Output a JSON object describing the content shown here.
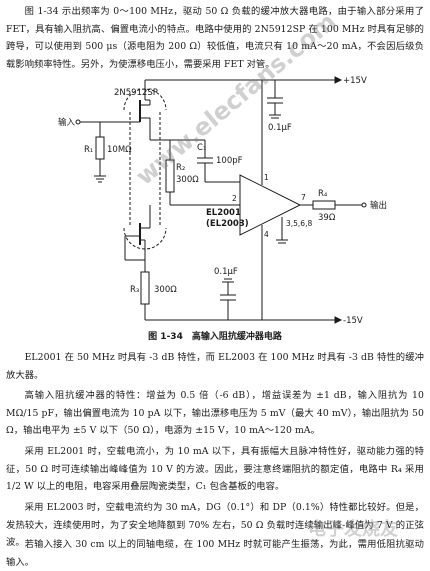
{
  "intro_text": "图 1-34 示出频率为 0～100 MHz，驱动 50 Ω 负载的缓冲放大器电路，由于输入部分采用了 FET，具有输入阻抗高、偏置电流小的特点。电路中使用的 2N5912SP 在 100 MHz 时具有足够的跨导，可以使用到 500 μs（源电阻为 200 Ω）较低值，电流只有 10 mA～20 mA，不会因后级负载影响频率特性。另外，为使漂移电压小，需要采用 FET 对管。",
  "circuit": {
    "plus_supply": "+15V",
    "minus_supply": "-15V",
    "fet_label": "2N5912SP",
    "input_label": "输入",
    "output_label": "输出",
    "r1_label": "R₁",
    "r1_value": "10MΩ",
    "r2_label": "R₂",
    "r2_value": "300Ω",
    "r3_label": "R₃",
    "r3_value": "300Ω",
    "r4_label": "R₄",
    "r4_value": "39Ω",
    "c1_label": "C₁",
    "c1_value": "100pF",
    "cap_top_value": "0.1μF",
    "cap_bottom_value": "0.1μF",
    "amp_name": "EL2001",
    "amp_alt": "(EL2003)",
    "pin_1": "1",
    "pin_2": "2",
    "pin_4": "4",
    "pin_7": "7",
    "pins_other": "3,5,6,8"
  },
  "caption": "图 1-34　高输入阻抗缓冲器电路",
  "p1": "EL2001 在 50 MHz 时具有 -3 dB 特性，而 EL2003 在 100 MHz 时具有 -3 dB 特性的缓冲放大器。",
  "p2": "高输入阻抗缓冲器的特性：增益为 0.5 倍（-6 dB），增益误差为 ±1 dB，输入阻抗为 10 MΩ/15 pF，输出偏置电流为 10 pA 以下，输出漂移电压为 5 mV（最大 40 mV），输出阻抗为 50 Ω，输出电平为 ±5 V 以下（50 Ω），电源为 ±15 V，10 mA～120 mA。",
  "p3": "采用 EL2001 时，空载电流小，为 10 mA 以下，具有振幅大且脉冲特性好，驱动能力强的特征，50 Ω 时可连续输出峰峰值为 10 V 的方波。因此，要注意终端阻抗的额定值，电路中 R₄ 采用 1/2 W 以上的电阻，电容采用叠层陶瓷类型，C₁ 包含基板的电容。",
  "p4": "采用 EL2003 时，空载电流约为 30 mA，DG（0.1°）和 DP（0.1%）特性都比较好。但是，发热较大，连续使用时，为了安全地降额到 70% 左右，50 Ω 负载时连续输出峰-峰值为 7 V 的正弦波。",
  "p5": "若输入接入 30 cm 以上的同轴电缆，在 100 MHz 时就可能产生振荡，为此，需用低阻抗驱动输入。",
  "watermark_top": "www.elecfans.com",
  "watermark_bottom": "电子发烧友"
}
